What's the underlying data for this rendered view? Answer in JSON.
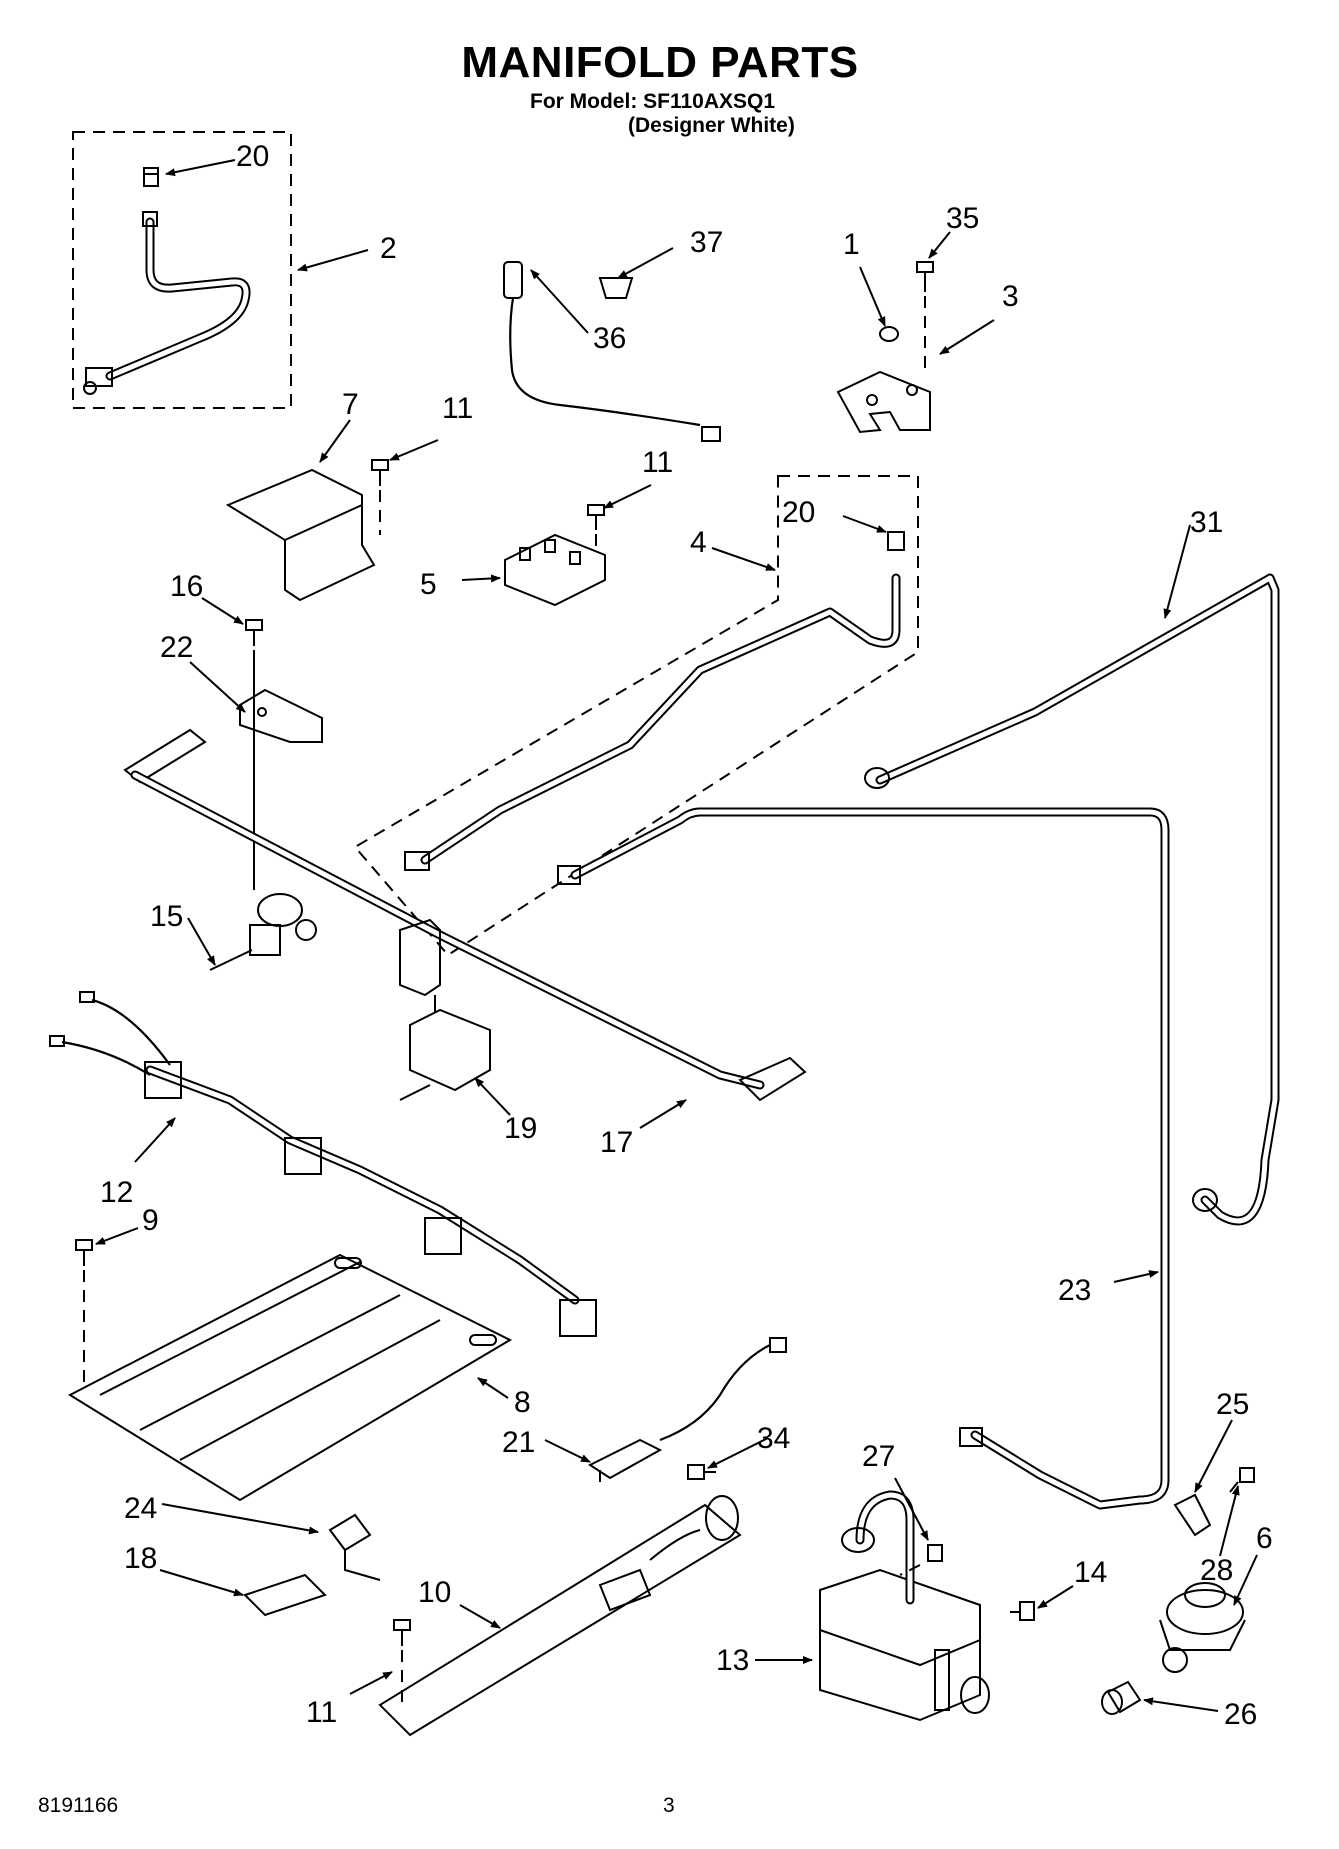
{
  "header": {
    "title": "MANIFOLD PARTS",
    "model_line": "For Model: SF110AXSQ1",
    "variant_line": "(Designer White)"
  },
  "footer": {
    "doc_number": "8191166",
    "page_number": "3"
  },
  "callouts": {
    "c1": "1",
    "c2": "2",
    "c3": "3",
    "c4": "4",
    "c5": "5",
    "c6": "6",
    "c7": "7",
    "c8": "8",
    "c9": "9",
    "c10": "10",
    "c11a": "11",
    "c11b": "11",
    "c11c": "11",
    "c12": "12",
    "c13": "13",
    "c14": "14",
    "c15": "15",
    "c16": "16",
    "c17": "17",
    "c18": "18",
    "c19": "19",
    "c20a": "20",
    "c20b": "20",
    "c21": "21",
    "c22": "22",
    "c23": "23",
    "c24": "24",
    "c25": "25",
    "c26": "26",
    "c27": "27",
    "c28": "28",
    "c31": "31",
    "c34": "34",
    "c35": "35",
    "c36": "36",
    "c37": "37"
  }
}
